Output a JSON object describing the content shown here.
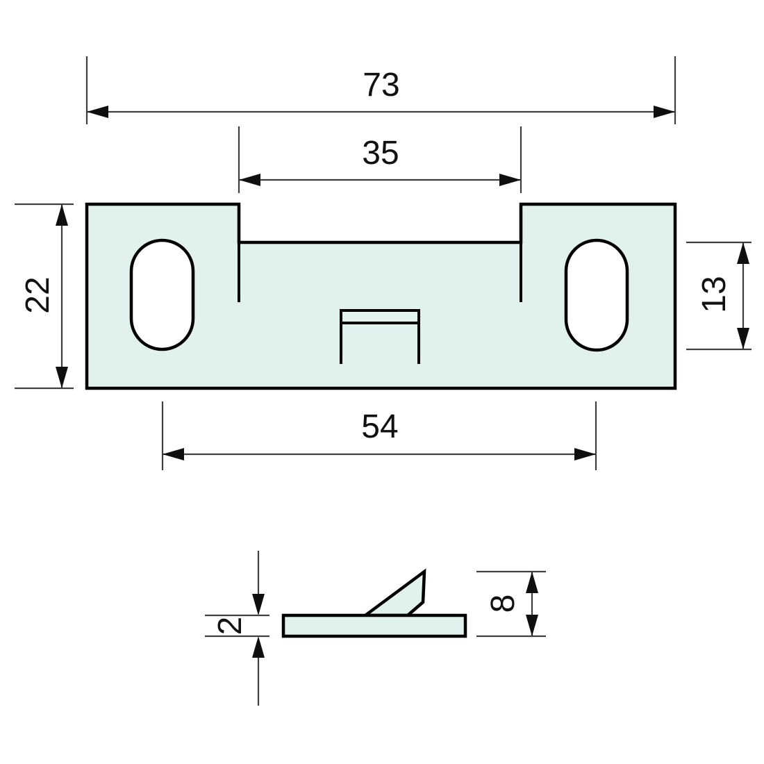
{
  "drawing": {
    "description": "technical-dimension-drawing",
    "dims": {
      "overall_width": "73",
      "notch_width": "35",
      "overall_height": "22",
      "slot_height": "13",
      "slot_spacing": "54",
      "plate_thickness": "2",
      "tab_height": "8"
    }
  },
  "colors": {
    "background": "#ffffff",
    "part_fill": "#e1f1ee",
    "slot_fill": "#ffffff",
    "part_outline": "#000000",
    "line": "#3f3f3f",
    "arrow": "#0f0f0f",
    "text": "#111111"
  }
}
